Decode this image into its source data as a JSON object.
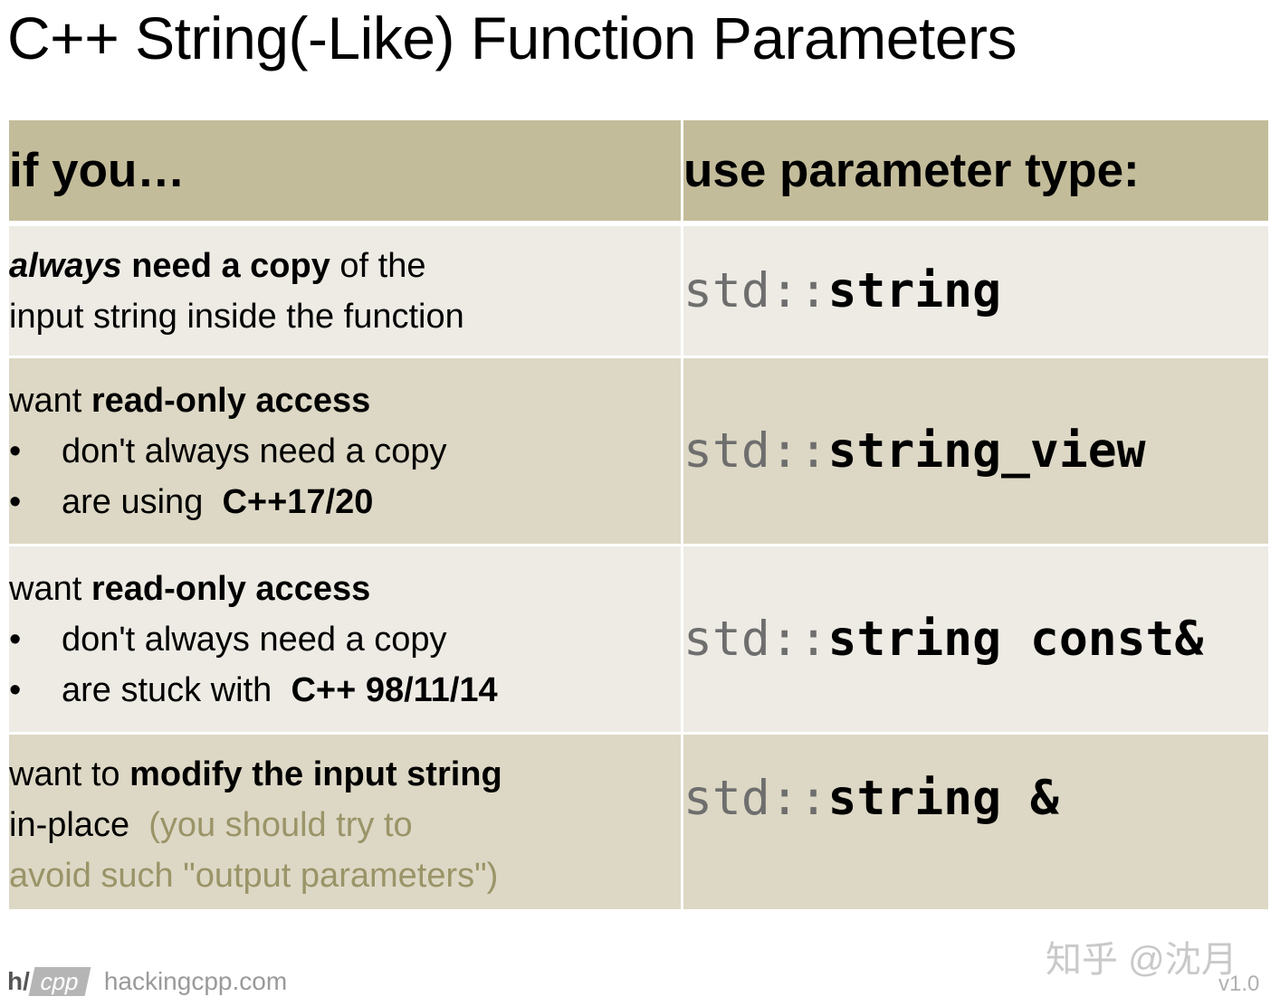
{
  "title": {
    "main": "C++ String",
    "light": "(-Like)",
    "rest": " Function Parameters"
  },
  "header": {
    "col1": "if you…",
    "col2": "use parameter type:"
  },
  "rows": [
    {
      "desc": {
        "always": "always",
        "need_copy": " need a copy",
        "of_the": " of the",
        "line2": "input string inside the function"
      },
      "type": {
        "ns": "std::",
        "name": "string"
      }
    },
    {
      "desc": {
        "want": "want ",
        "access": "read-only access",
        "bullet_char": "•",
        "bullet1": "don't always need a copy",
        "bullet2_prefix": "are using ",
        "bullet2_bold": "C++17/20"
      },
      "type": {
        "ns": "std::",
        "name": "string_view"
      }
    },
    {
      "desc": {
        "want": "want ",
        "access": "read-only access",
        "bullet_char": "•",
        "bullet1": "don't always need a copy",
        "bullet2_prefix": "are stuck with ",
        "bullet2_bold": "C++ 98/11/14"
      },
      "type": {
        "ns": "std::",
        "name": "string const&"
      }
    },
    {
      "desc": {
        "want_to": "want to ",
        "modify": "modify the input string",
        "inplace": "in-place ",
        "note1": "(you should try to",
        "note2": "avoid such \"output parameters\")"
      },
      "type": {
        "ns": "std::",
        "name": "string &"
      }
    }
  ],
  "footer": {
    "logo_h": "h/",
    "logo_cpp": "cpp",
    "url": "hackingcpp.com",
    "watermark": "知乎 @沈月",
    "version": "v1.0"
  },
  "colors": {
    "header_bg": "#c3bc9a",
    "row_light": "#edebe4",
    "row_dark": "#ddd8c5",
    "muted_text": "#9a9468"
  }
}
